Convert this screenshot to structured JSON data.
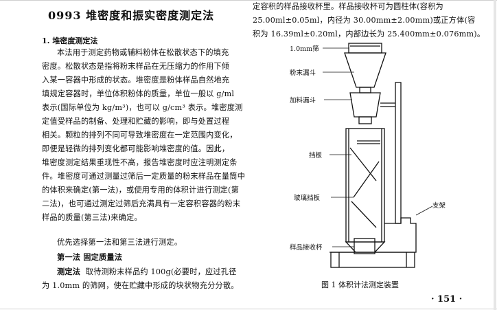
{
  "header": {
    "title": "0993  堆密度和振实密度测定法"
  },
  "section1": {
    "heading": "1. 堆密度测定法",
    "lines": [
      "本法用于测定药物或辅料粉体在松散状态下的填充",
      "密度。松散状态是指将粉末样品在无压缩力的作用下倾",
      "入某一容器中形成的状态。堆密度是粉体样品自然地充",
      "填规定容器时，单位体积粉体的质量，单位一般以 g/ml",
      "表示(国际单位为 kg/m³)，也可以 g/cm³ 表示。堆密度测",
      "定值受样品的制备、处理和贮藏的影响，即与处置过程",
      "相关。颗粒的排列不同可导致堆密度在一定范围内变化，",
      "即便是轻微的排列变化都可能影响堆密度的值。因此，",
      "堆密度测定结果重现性不高，报告堆密度时应注明测定条",
      "件。堆密度可通过测量过筛后一定质量的粉末样品在量筒中",
      "的体积来确定(第一法)，或使用专用的体积计进行测定(第",
      "二法)，也可通过测定过筛后充满具有一定容积容器的粉末",
      "样品的质量(第三法)来确定。"
    ],
    "preference": "优先选择第一法和第三法进行测定。",
    "method1_heading": "第一法   固定质量法",
    "method1_label": "测定法",
    "method1_lines": [
      "取待测粉末样品约 100g(必要时，应过孔径",
      "为 1.0mm 的筛网，使在贮藏中形成的块状物充分分散。"
    ]
  },
  "right_column": {
    "lines": [
      "定容积的样品接收杯里。样品接收杯可为圆柱体(容积为",
      "25.00ml±0.05ml，内径为 30.00mm±2.00mm)或正方体(容",
      "积为 16.39ml±0.20ml，内部边长为 25.400mm±0.076mm)。"
    ]
  },
  "figure": {
    "labels": {
      "sieve": "1.0mm筛",
      "powder_funnel": "粉末漏斗",
      "loading_funnel": "加料漏斗",
      "baffle": "挡板",
      "glass_baffle": "玻璃挡板",
      "support": "支架",
      "receiving_cup": "样品接收杯"
    },
    "caption": "图 1   体积计法测定装置"
  },
  "footer": {
    "page_number": "· 151 ·"
  }
}
